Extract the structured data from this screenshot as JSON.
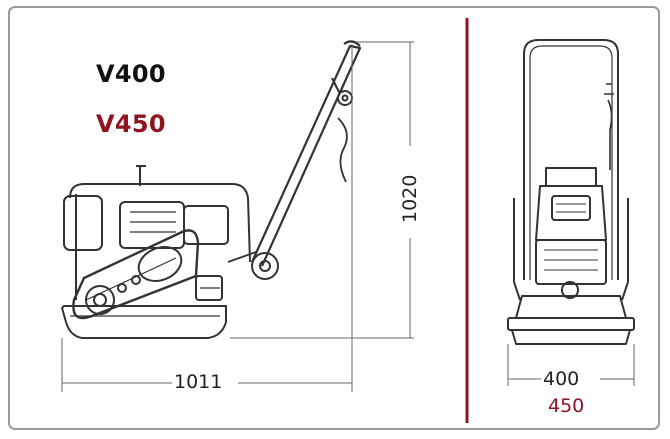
{
  "models": [
    {
      "label": "V400",
      "color": "#111111"
    },
    {
      "label": "V450",
      "color": "#8f1320"
    }
  ],
  "dimensions": {
    "length": "1011",
    "height": "1020",
    "width_v400": "400",
    "width_v450": "450"
  },
  "colors": {
    "frame_border": "#9a9a9a",
    "divider": "#8f1320",
    "drawing": "#333333"
  }
}
